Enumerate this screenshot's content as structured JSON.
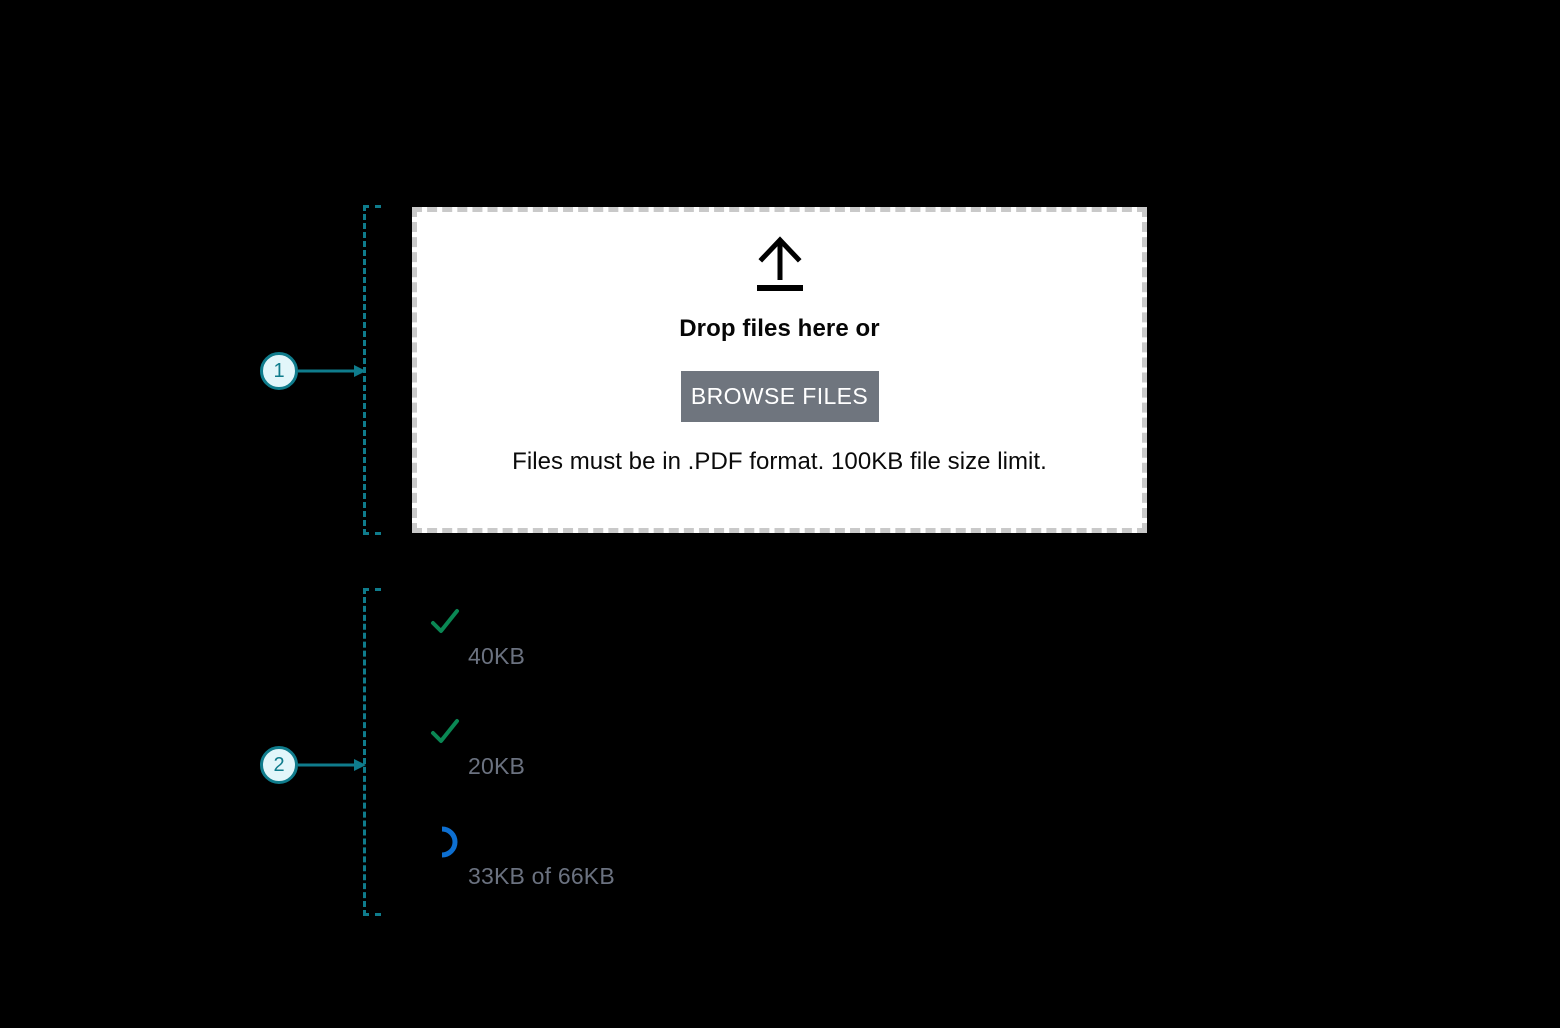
{
  "annotations": [
    {
      "number": "1",
      "target": "dropzone"
    },
    {
      "number": "2",
      "target": "file-list"
    }
  ],
  "dropzone": {
    "icon": "upload-arrow-icon",
    "title": "Drop files here or",
    "browse_label": "BROWSE FILES",
    "hint": "Files must be in .PDF format. 100KB file size limit.",
    "border_color": "#c9c9c9",
    "background": "#ffffff",
    "button_color": "#6f757e",
    "button_text_color": "#ffffff"
  },
  "file_list": {
    "items": [
      {
        "status": "complete",
        "status_icon": "check-icon",
        "meta": "40KB",
        "icon_color": "#0a8754"
      },
      {
        "status": "complete",
        "status_icon": "check-icon",
        "meta": "20KB",
        "icon_color": "#0a8754"
      },
      {
        "status": "uploading",
        "status_icon": "spinner-icon",
        "meta": "33KB of 66KB",
        "icon_color": "#0d6fd1"
      }
    ],
    "meta_color": "#6b7280"
  },
  "theme": {
    "page_background": "#000000",
    "annotation_color": "#0f7c8c",
    "annotation_fill": "#e2f6fa"
  }
}
